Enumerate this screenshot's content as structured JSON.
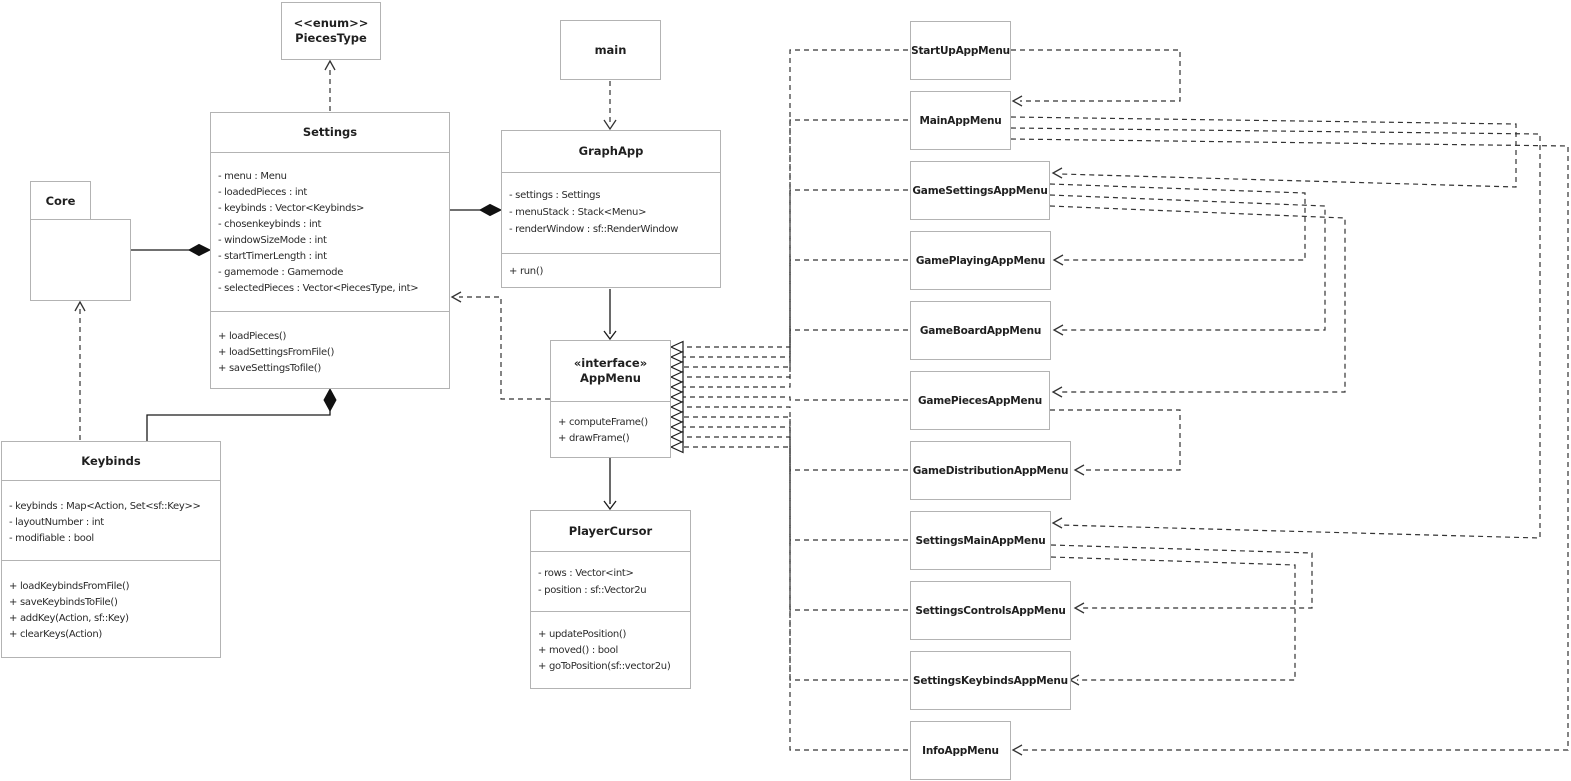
{
  "classes": {
    "piecesType": {
      "stereotype": "<<enum>>",
      "name": "PiecesType"
    },
    "main": {
      "name": "main"
    },
    "core": {
      "name": "Core"
    },
    "settings": {
      "name": "Settings",
      "attributes": [
        "- menu : Menu",
        "- loadedPieces : int",
        "- keybinds : Vector<Keybinds>",
        "- chosenkeybinds : int",
        "- windowSizeMode : int",
        "- startTimerLength : int",
        "- gamemode : Gamemode",
        "- selectedPieces : Vector<PiecesType, int>"
      ],
      "methods": [
        "+ loadPieces()",
        "+ loadSettingsFromFile()",
        "+ saveSettingsTofile()"
      ]
    },
    "keybinds": {
      "name": "Keybinds",
      "attributes": [
        "- keybinds : Map<Action, Set<sf::Key>>",
        "- layoutNumber : int",
        "- modifiable : bool"
      ],
      "methods": [
        "+ loadKeybindsFromFile()",
        "+ saveKeybindsToFile()",
        "+ addKey(Action, sf::Key)",
        "+ clearKeys(Action)"
      ]
    },
    "graphApp": {
      "name": "GraphApp",
      "attributes": [
        "- settings : Settings",
        "- menuStack : Stack<Menu>",
        "- renderWindow : sf::RenderWindow"
      ],
      "methods": [
        "+ run()"
      ]
    },
    "appMenu": {
      "stereotype": "«interface»",
      "name": "AppMenu",
      "methods": [
        "+ computeFrame()",
        "+ drawFrame()"
      ]
    },
    "playerCursor": {
      "name": "PlayerCursor",
      "attributes": [
        "- rows : Vector<int>",
        "- position : sf::Vector2u"
      ],
      "methods": [
        "+ updatePosition()",
        "+ moved() : bool",
        "+ goToPosition(sf::vector2u)"
      ]
    }
  },
  "menuClasses": [
    {
      "label": "StartUpAppMenu"
    },
    {
      "label": "MainAppMenu"
    },
    {
      "label": "GameSettingsAppMenu"
    },
    {
      "label": "GamePlayingAppMenu"
    },
    {
      "label": "GameBoardAppMenu"
    },
    {
      "label": "GamePiecesAppMenu"
    },
    {
      "label": "GameDistributionAppMenu"
    },
    {
      "label": "SettingsMainAppMenu"
    },
    {
      "label": "SettingsControlsAppMenu"
    },
    {
      "label": "SettingsKeybindsAppMenu"
    },
    {
      "label": "InfoAppMenu"
    }
  ],
  "colors": {
    "boxBorder": "#b3b3b3",
    "solidLine": "#1a1a1a",
    "dashedLine": "#333333",
    "background": "#ffffff"
  }
}
